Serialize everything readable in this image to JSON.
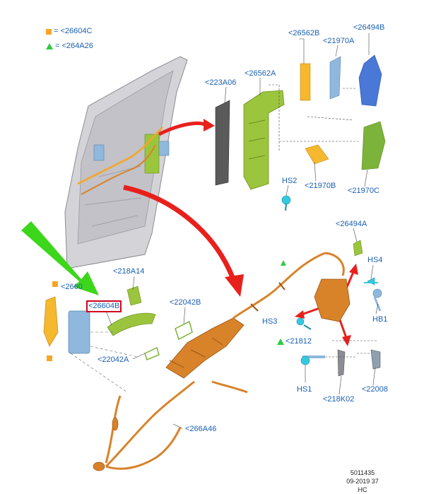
{
  "legend": {
    "items": [
      {
        "shape": "square",
        "color": "#f5a623",
        "label": "= <26604C"
      },
      {
        "shape": "triangle",
        "color": "#2ecc40",
        "label": "= <264A26"
      }
    ]
  },
  "callouts": {
    "c26562B": "<26562B",
    "c26494B": "<26494B",
    "c21970A": "<21970A",
    "c223A06": "<223A06",
    "c26562A": "<26562A",
    "cHS2": "HS2",
    "c21970B": "<21970B",
    "c21970C": "<21970C",
    "c26494A": "<26494A",
    "cHS4": "HS4",
    "c218A14": "<218A14",
    "c2660": "<2660",
    "c26604B": "<26604B",
    "c22042B": "<22042B",
    "cHS3": "HS3",
    "cHB1": "HB1",
    "c21812": "<21812",
    "c22042A": "<22042A",
    "cHS1": "HS1",
    "c218K02": "<218K02",
    "c22008": "<22008",
    "c266A46": "<266A46"
  },
  "footer": {
    "line1": "5011435",
    "line2": "09-2019 37",
    "line3": "HC"
  },
  "colors": {
    "callout_text": "#1a5fb4",
    "arrow_red": "#e8201c",
    "arrow_green": "#3cd61a",
    "cable_orange": "#d8822a",
    "part_yellow": "#f5b82e",
    "part_green": "#9bc53d",
    "part_blue": "#4a78d6",
    "part_lightblue": "#8fb8dc",
    "part_cyan": "#35c9e0",
    "door_gray": "#c8c8cc",
    "highlight_box": "#d0021b"
  }
}
